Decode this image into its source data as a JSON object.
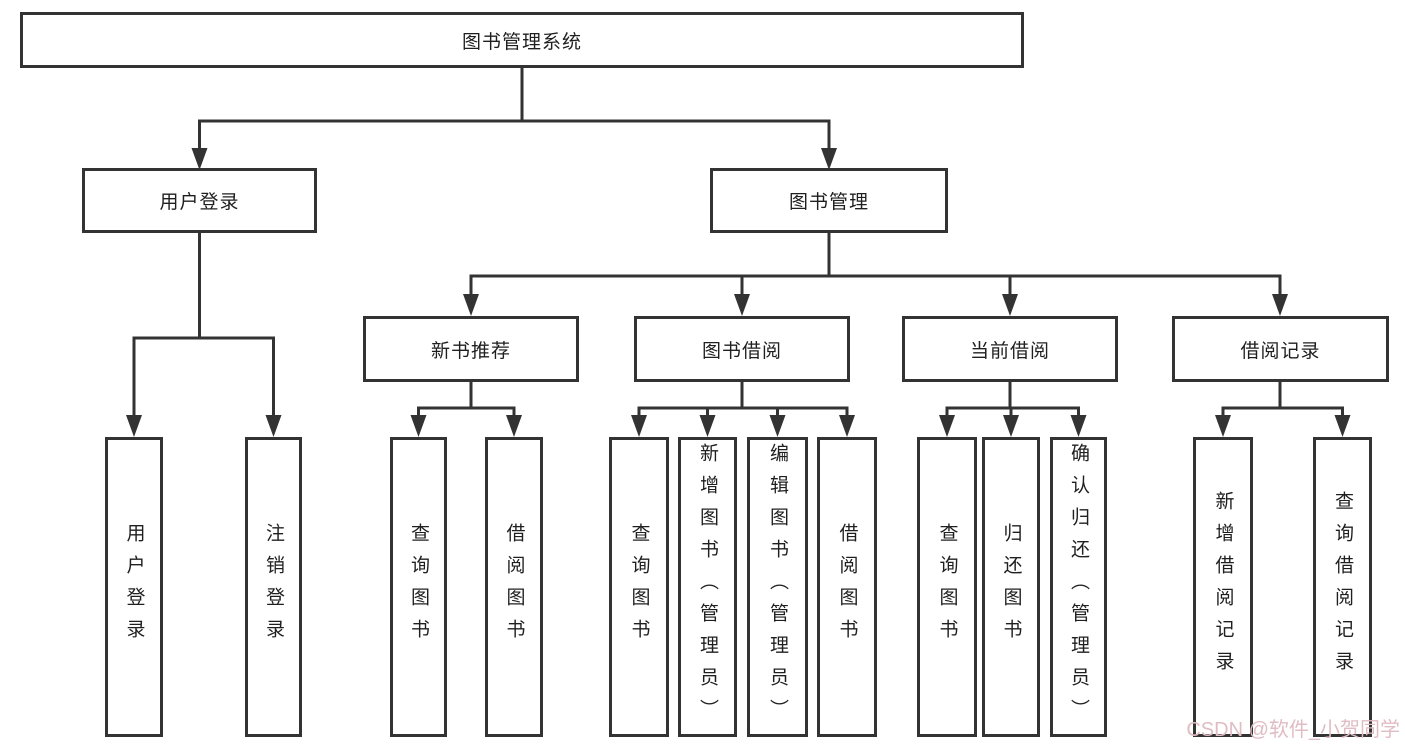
{
  "colors": {
    "line": "#333333",
    "text": "#1f1f1f",
    "watermark": "#e0bcc4",
    "background": "#ffffff"
  },
  "watermark": "CSDN @软件_小贺同学",
  "tree": {
    "label": "图书管理系统",
    "children": [
      {
        "label": "用户登录",
        "children": [
          {
            "label": "用户登录"
          },
          {
            "label": "注销登录"
          }
        ]
      },
      {
        "label": "图书管理",
        "children": [
          {
            "label": "新书推荐",
            "children": [
              {
                "label": "查询图书"
              },
              {
                "label": "借阅图书"
              }
            ]
          },
          {
            "label": "图书借阅",
            "children": [
              {
                "label": "查询图书"
              },
              {
                "label": "新增图书（管理员）"
              },
              {
                "label": "编辑图书（管理员）"
              },
              {
                "label": "借阅图书"
              }
            ]
          },
          {
            "label": "当前借阅",
            "children": [
              {
                "label": "查询图书"
              },
              {
                "label": "归还图书"
              },
              {
                "label": "确认归还（管理员）"
              }
            ]
          },
          {
            "label": "借阅记录",
            "children": [
              {
                "label": "新增借阅记录"
              },
              {
                "label": "查询借阅记录"
              }
            ]
          }
        ]
      }
    ]
  }
}
